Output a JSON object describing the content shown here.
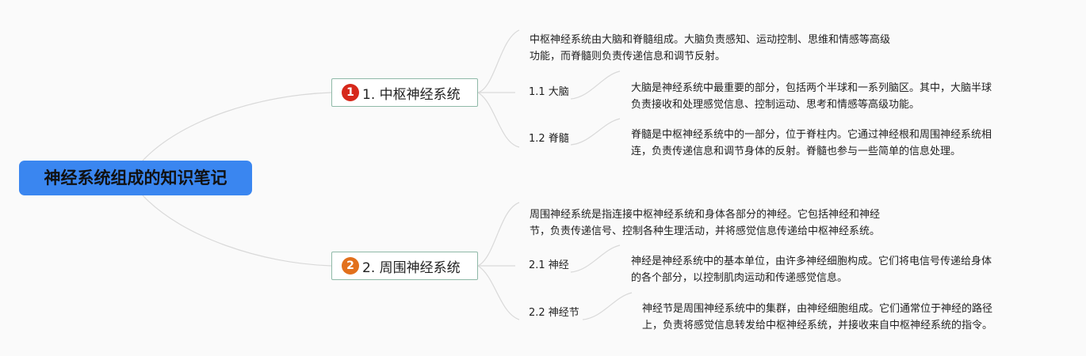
{
  "root": {
    "title": "神经系统组成的知识笔记"
  },
  "branches": [
    {
      "badge": "1",
      "title": "1. 中枢神经系统",
      "summary_line1": "中枢神经系统由大脑和脊髓组成。大脑负责感知、运动控制、思维和情感等高级",
      "summary_line2": "功能，而脊髓则负责传递信息和调节反射。",
      "children": [
        {
          "label": "1.1 大脑",
          "line1": "大脑是神经系统中最重要的部分，包括两个半球和一系列脑区。其中，大脑半球",
          "line2": "负责接收和处理感觉信息、控制运动、思考和情感等高级功能。"
        },
        {
          "label": "1.2 脊髓",
          "line1": "脊髓是中枢神经系统中的一部分，位于脊柱内。它通过神经根和周围神经系统相",
          "line2": "连，负责传递信息和调节身体的反射。脊髓也参与一些简单的信息处理。"
        }
      ]
    },
    {
      "badge": "2",
      "title": "2. 周围神经系统",
      "summary_line1": "周围神经系统是指连接中枢神经系统和身体各部分的神经。它包括神经和神经",
      "summary_line2": "节，负责传递信号、控制各种生理活动，并将感觉信息传递给中枢神经系统。",
      "children": [
        {
          "label": "2.1 神经",
          "line1": "神经是神经系统中的基本单位，由许多神经细胞构成。它们将电信号传递给身体",
          "line2": "的各个部分，以控制肌肉运动和传递感觉信息。"
        },
        {
          "label": "2.2 神经节",
          "line1": "神经节是周围神经系统中的集群，由神经细胞组成。它们通常位于神经的路径",
          "line2": "上，负责将感觉信息转发给中枢神经系统，并接收来自中枢神经系统的指令。"
        }
      ]
    }
  ],
  "colors": {
    "root_bg": "#3a86f0",
    "branch_border": "#8fb9a8",
    "badge_1": "#d6281b",
    "badge_2": "#e2701c",
    "connector": "#d9d9d9"
  }
}
